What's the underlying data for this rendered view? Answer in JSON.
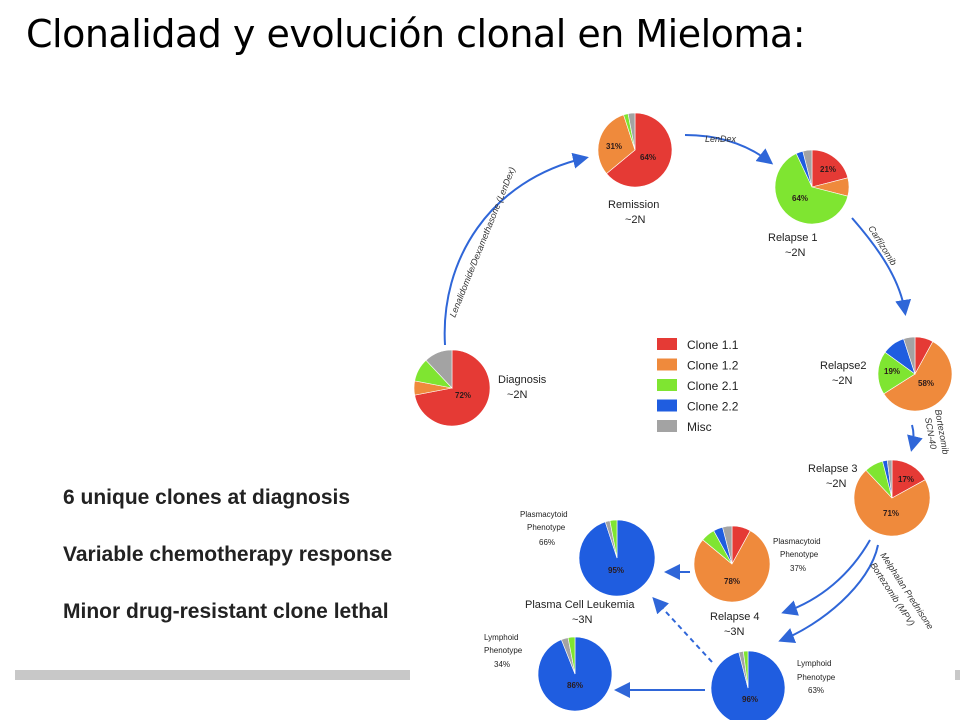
{
  "slide": {
    "title": "Clonalidad y evolución clonal en Mieloma:",
    "bullets": [
      "6 unique clones at diagnosis",
      "Variable chemotherapy response",
      "Minor drug-resistant clone lethal"
    ]
  },
  "legend": [
    {
      "label": "Clone 1.1",
      "color": "#e53a35"
    },
    {
      "label": "Clone 1.2",
      "color": "#ef8a3c"
    },
    {
      "label": "Clone 2.1",
      "color": "#7fe531"
    },
    {
      "label": "Clone 2.2",
      "color": "#1f5de0"
    },
    {
      "label": "Misc",
      "color": "#a3a3a3"
    }
  ],
  "stages": {
    "diagnosis": {
      "name": "Diagnosis",
      "ploidy": "~2N",
      "pct": "72%"
    },
    "remission": {
      "name": "Remission",
      "ploidy": "~2N",
      "pct_a": "31%",
      "pct_b": "64%"
    },
    "relapse1": {
      "name": "Relapse 1",
      "ploidy": "~2N",
      "pct_a": "21%",
      "pct_b": "64%"
    },
    "relapse2": {
      "name": "Relapse2",
      "ploidy": "~2N",
      "pct_a": "19%",
      "pct_b": "58%"
    },
    "relapse3": {
      "name": "Relapse 3",
      "ploidy": "~2N",
      "pct_a": "17%",
      "pct_b": "71%"
    },
    "relapse4": {
      "name": "Relapse 4",
      "ploidy": "~3N",
      "pct": "78%"
    },
    "pcl": {
      "name": "Plasma Cell Leukemia",
      "ploidy": "~3N"
    },
    "plasmacytoid_left": {
      "line1": "Plasmacytoid",
      "line2": "Phenotype",
      "pct_label": "66%",
      "pct": "95%"
    },
    "plasmacytoid_right": {
      "line1": "Plasmacytoid",
      "line2": "Phenotype",
      "pct_label": "37%"
    },
    "lymphoid_left": {
      "line1": "Lymphoid",
      "line2": "Phenotype",
      "pct_label": "34%",
      "pct": "86%"
    },
    "lymphoid_right": {
      "line1": "Lymphoid",
      "line2": "Phenotype",
      "pct_label": "63%",
      "pct": "96%"
    }
  },
  "arrows": {
    "lendex_arc": "Lenalidomide/Dexamethasone (LenDex)",
    "lendex_top": "LenDex",
    "carfilzomib": "Carfilzomib",
    "bortezomib": "Bortezomib",
    "scn": "SCN-40",
    "melphalan": "Melphalan Prednisone",
    "bortezomib2": "Bortezomib (MPV)"
  }
}
